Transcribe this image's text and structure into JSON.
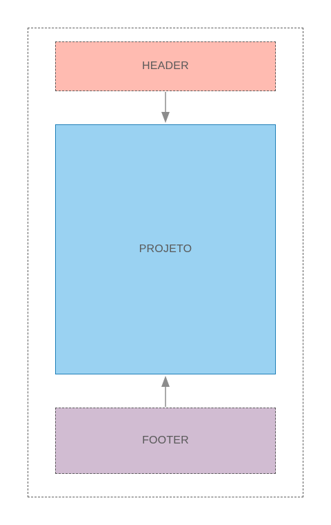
{
  "diagram": {
    "boxes": {
      "header": {
        "label": "HEADER",
        "fill": "#ffbbb1",
        "border_style": "dashed"
      },
      "projeto": {
        "label": "PROJETO",
        "fill": "#9ad2f2",
        "border_color": "#1f7fb8",
        "border_style": "solid"
      },
      "footer": {
        "label": "FOOTER",
        "fill": "#d1bcd2",
        "border_style": "dashed"
      }
    },
    "connectors": [
      {
        "from": "HEADER",
        "to": "PROJETO"
      },
      {
        "from": "FOOTER",
        "to": "PROJETO"
      }
    ],
    "colors": {
      "text": "#595959",
      "arrow": "#8c8c8c",
      "dashed_border": "#5a5a5a"
    }
  }
}
